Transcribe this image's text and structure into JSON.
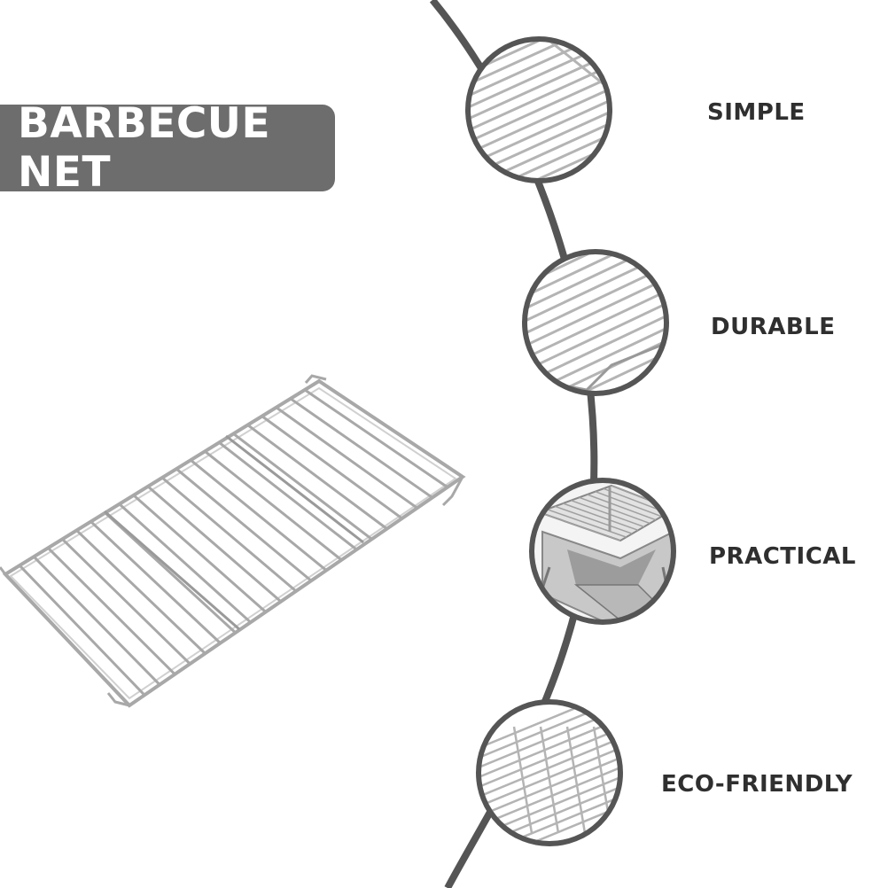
{
  "title": "BARBECUE NET",
  "features": [
    {
      "label": "SIMPLE",
      "image": "grill-rack-closeup"
    },
    {
      "label": "DURABLE",
      "image": "grill-rack-corner"
    },
    {
      "label": "PRACTICAL",
      "image": "portable-grill-with-rack"
    },
    {
      "label": "ECO-FRIENDLY",
      "image": "grill-rack-side"
    }
  ],
  "colors": {
    "banner": "#6d6d6d",
    "arc": "#555555",
    "label": "#2f2f2f",
    "wire": "#9a9a9a"
  }
}
